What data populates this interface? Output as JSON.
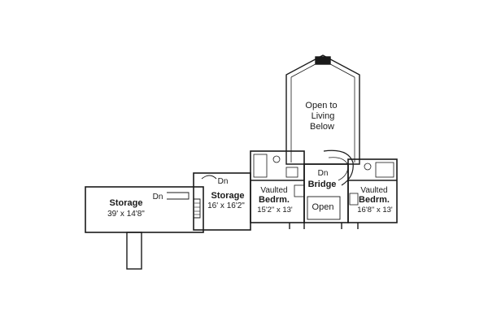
{
  "plan": {
    "storage_large": {
      "name": "Storage",
      "size": "39' x 14'8\""
    },
    "storage_small": {
      "name": "Storage",
      "size": "16' x 16'2\""
    },
    "bedroom_left": {
      "line1": "Vaulted",
      "line2": "Bedrm.",
      "size": "15'2\" x 13'"
    },
    "bedroom_right": {
      "line1": "Vaulted",
      "line2": "Bedrm.",
      "size": "16'8\" x 13'"
    },
    "open_above": {
      "line1": "Open to",
      "line2": "Living",
      "line3": "Below"
    },
    "bridge": {
      "name": "Bridge"
    },
    "open_center": {
      "name": "Open"
    },
    "stair_down": "Dn"
  },
  "colors": {
    "wall": "#1a1a1a",
    "fill": "#ffffff"
  }
}
